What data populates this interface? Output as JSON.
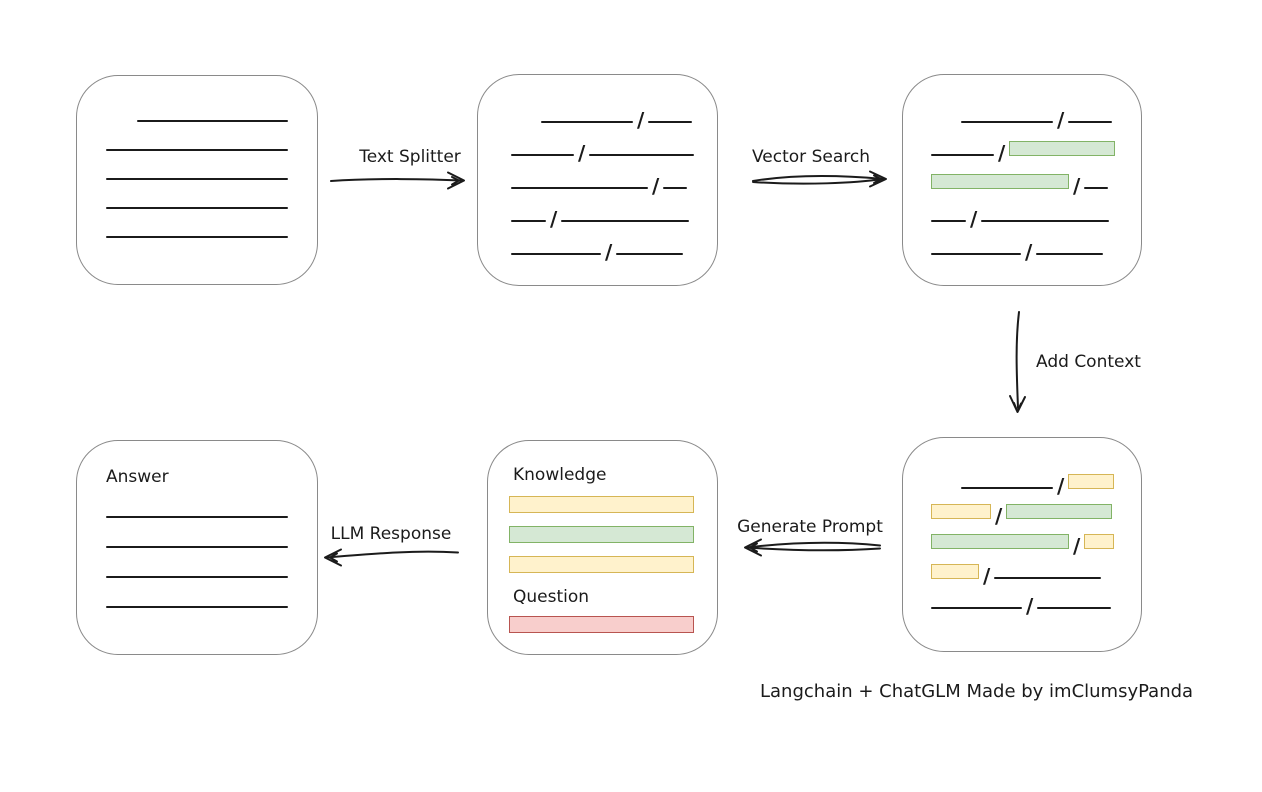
{
  "caption": "Langchain + ChatGLM Made by imClumsyPanda",
  "colors": {
    "chunk_green_fill": "#d5e8d4",
    "chunk_green_border": "#82b366",
    "chunk_yellow_fill": "#fff2cc",
    "chunk_yellow_border": "#d6b656",
    "question_red_fill": "#f8cecc",
    "question_red_border": "#b85450",
    "stroke_black": "#1b1b1b",
    "box_border_gray": "#8a8a8a"
  },
  "arrows": {
    "text_splitter": {
      "label": "Text Splitter",
      "direction": "right"
    },
    "vector_search": {
      "label": "Vector Search",
      "direction": "right"
    },
    "add_context": {
      "label": "Add Context",
      "direction": "down"
    },
    "generate_prompt": {
      "label": "Generate Prompt",
      "direction": "left"
    },
    "llm_response": {
      "label": "LLM Response",
      "direction": "left"
    }
  },
  "boxes": {
    "document": {
      "lines": [
        {
          "ml": 31,
          "w": 151
        },
        {
          "ml": 0,
          "w": 182
        },
        {
          "ml": 0,
          "w": 182
        },
        {
          "ml": 0,
          "w": 182
        },
        {
          "ml": 0,
          "w": 182
        }
      ]
    },
    "split_text": {
      "rows": [
        {
          "indent": 30,
          "segs": [
            {
              "k": "line",
              "w": 92
            },
            {
              "k": "line",
              "w": 44
            }
          ]
        },
        {
          "segs": [
            {
              "k": "line",
              "w": 63
            },
            {
              "k": "line",
              "w": 105
            }
          ]
        },
        {
          "segs": [
            {
              "k": "line",
              "w": 137
            },
            {
              "k": "line",
              "w": 24
            }
          ]
        },
        {
          "segs": [
            {
              "k": "line",
              "w": 35
            },
            {
              "k": "line",
              "w": 128
            }
          ]
        },
        {
          "segs": [
            {
              "k": "line",
              "w": 90
            },
            {
              "k": "line",
              "w": 67
            }
          ]
        }
      ]
    },
    "vector_result": {
      "rows": [
        {
          "indent": 30,
          "segs": [
            {
              "k": "line",
              "w": 92
            },
            {
              "k": "line",
              "w": 44
            }
          ]
        },
        {
          "segs": [
            {
              "k": "line",
              "w": 63
            },
            {
              "k": "green",
              "w": 106
            }
          ]
        },
        {
          "segs": [
            {
              "k": "green",
              "w": 138
            },
            {
              "k": "line",
              "w": 24
            }
          ]
        },
        {
          "segs": [
            {
              "k": "line",
              "w": 35
            },
            {
              "k": "line",
              "w": 128
            }
          ]
        },
        {
          "segs": [
            {
              "k": "line",
              "w": 90
            },
            {
              "k": "line",
              "w": 67
            }
          ]
        }
      ]
    },
    "prompt_source": {
      "rows": [
        {
          "indent": 30,
          "segs": [
            {
              "k": "line",
              "w": 92
            },
            {
              "k": "yellow",
              "w": 46
            }
          ]
        },
        {
          "segs": [
            {
              "k": "yellow",
              "w": 60
            },
            {
              "k": "green",
              "w": 106
            }
          ]
        },
        {
          "segs": [
            {
              "k": "green",
              "w": 138
            },
            {
              "k": "yellow",
              "w": 30
            }
          ]
        },
        {
          "segs": [
            {
              "k": "yellow",
              "w": 48
            },
            {
              "k": "line",
              "w": 107
            }
          ]
        },
        {
          "segs": [
            {
              "k": "line",
              "w": 91
            },
            {
              "k": "line",
              "w": 74
            }
          ]
        }
      ]
    },
    "prompt": {
      "knowledge_label": "Knowledge",
      "question_label": "Question",
      "knowledge_bars": [
        "yellow",
        "green",
        "yellow"
      ],
      "question_bars": [
        "red"
      ]
    },
    "answer": {
      "label": "Answer",
      "lines": [
        {
          "ml": 0,
          "w": 182
        },
        {
          "ml": 0,
          "w": 182
        },
        {
          "ml": 0,
          "w": 182
        },
        {
          "ml": 0,
          "w": 182
        }
      ]
    }
  }
}
